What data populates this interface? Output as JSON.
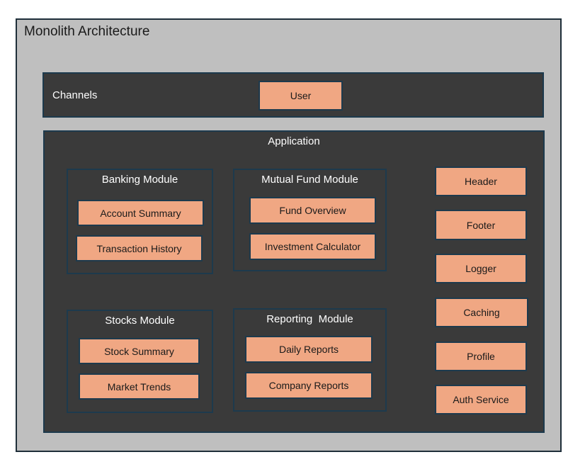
{
  "title": "Monolith Architecture",
  "channels": {
    "label": "Channels",
    "user": "User"
  },
  "application": {
    "label": "Application",
    "modules": {
      "banking": {
        "title": "Banking Module",
        "items": [
          "Account Summary",
          "Transaction History"
        ]
      },
      "mutual_fund": {
        "title": "Mutual Fund Module",
        "items": [
          "Fund Overview",
          "Investment Calculator"
        ]
      },
      "stocks": {
        "title": "Stocks Module",
        "items": [
          "Stock Summary",
          "Market Trends"
        ]
      },
      "reporting": {
        "title": "Reporting  Module",
        "items": [
          "Daily Reports",
          "Company Reports"
        ]
      }
    },
    "services": [
      "Header",
      "Footer",
      "Logger",
      "Caching",
      "Profile",
      "Auth Service"
    ]
  },
  "colors": {
    "outer_bg": "#bfbfbf",
    "dark_bg": "#3a3a3a",
    "box_fill": "#f0a783",
    "border": "#1d3a4d"
  }
}
